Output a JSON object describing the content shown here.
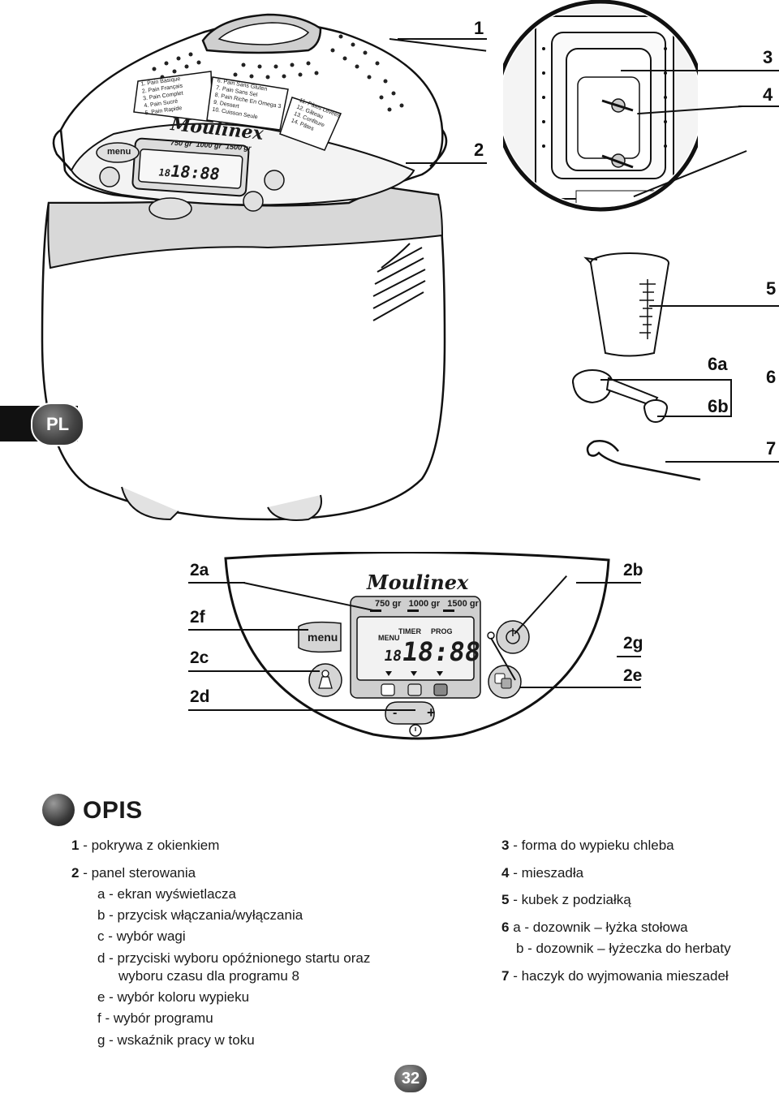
{
  "language_tab": "PL",
  "brand": "Moulinex",
  "machine_top": {
    "programs_left": [
      "1. Pain Basique",
      "2. Pain Français",
      "3. Pain Complet",
      "4. Pain Sucré",
      "5. Pain Rapide"
    ],
    "programs_mid": [
      "6. Pain Sans Gluten",
      "7. Pain Sans Sel",
      "8. Pain Riche En Omega 3",
      "9. Dessert",
      "10. Cuisson Seule"
    ],
    "programs_right": [
      "11. Pâtes Levées",
      "12. Gâteau",
      "13. Confiture",
      "14. Pâtes"
    ]
  },
  "panel": {
    "weights": [
      "750 gr",
      "1000 gr",
      "1500 gr"
    ],
    "menu_label": "menu",
    "timer_label": "TIMER",
    "prog_label": "PROG",
    "menu_lcd": "MENU",
    "digits_small": "18",
    "digits_big": "18:88",
    "minus": "-",
    "plus": "+"
  },
  "callouts": {
    "c1": "1",
    "c2": "2",
    "c3": "3",
    "c4": "4",
    "c5": "5",
    "c6": "6",
    "c6a": "6a",
    "c6b": "6b",
    "c7": "7",
    "c2a": "2a",
    "c2b": "2b",
    "c2c": "2c",
    "c2d": "2d",
    "c2e": "2e",
    "c2f": "2f",
    "c2g": "2g"
  },
  "section_title": "OPIS",
  "left_list": [
    {
      "num": "1",
      "text": "- pokrywa z okienkiem"
    },
    {
      "num": "2",
      "text": "- panel sterowania"
    },
    {
      "num": "",
      "text": "a - ekran wyświetlacza"
    },
    {
      "num": "",
      "text": "b - przycisk włączania/wyłączania"
    },
    {
      "num": "",
      "text": "c - wybór wagi"
    },
    {
      "num": "",
      "text": "d - przyciski wyboru opóźnionego startu oraz"
    },
    {
      "num": "",
      "text": "wyboru czasu dla programu 8"
    },
    {
      "num": "",
      "text": "e - wybór koloru wypieku"
    },
    {
      "num": "",
      "text": "f - wybór programu"
    },
    {
      "num": "",
      "text": "g - wskaźnik pracy w toku"
    }
  ],
  "right_list": [
    {
      "num": "3",
      "text": "- forma do wypieku chleba"
    },
    {
      "num": "4",
      "text": "- mieszadła"
    },
    {
      "num": "5",
      "text": "- kubek z podziałką"
    },
    {
      "num": "6",
      "text": "a - dozownik – łyżka stołowa"
    },
    {
      "num": "",
      "text": "b - dozownik – łyżeczka do herbaty"
    },
    {
      "num": "7",
      "text": "- haczyk do wyjmowania mieszadeł"
    }
  ],
  "page_number": "32"
}
